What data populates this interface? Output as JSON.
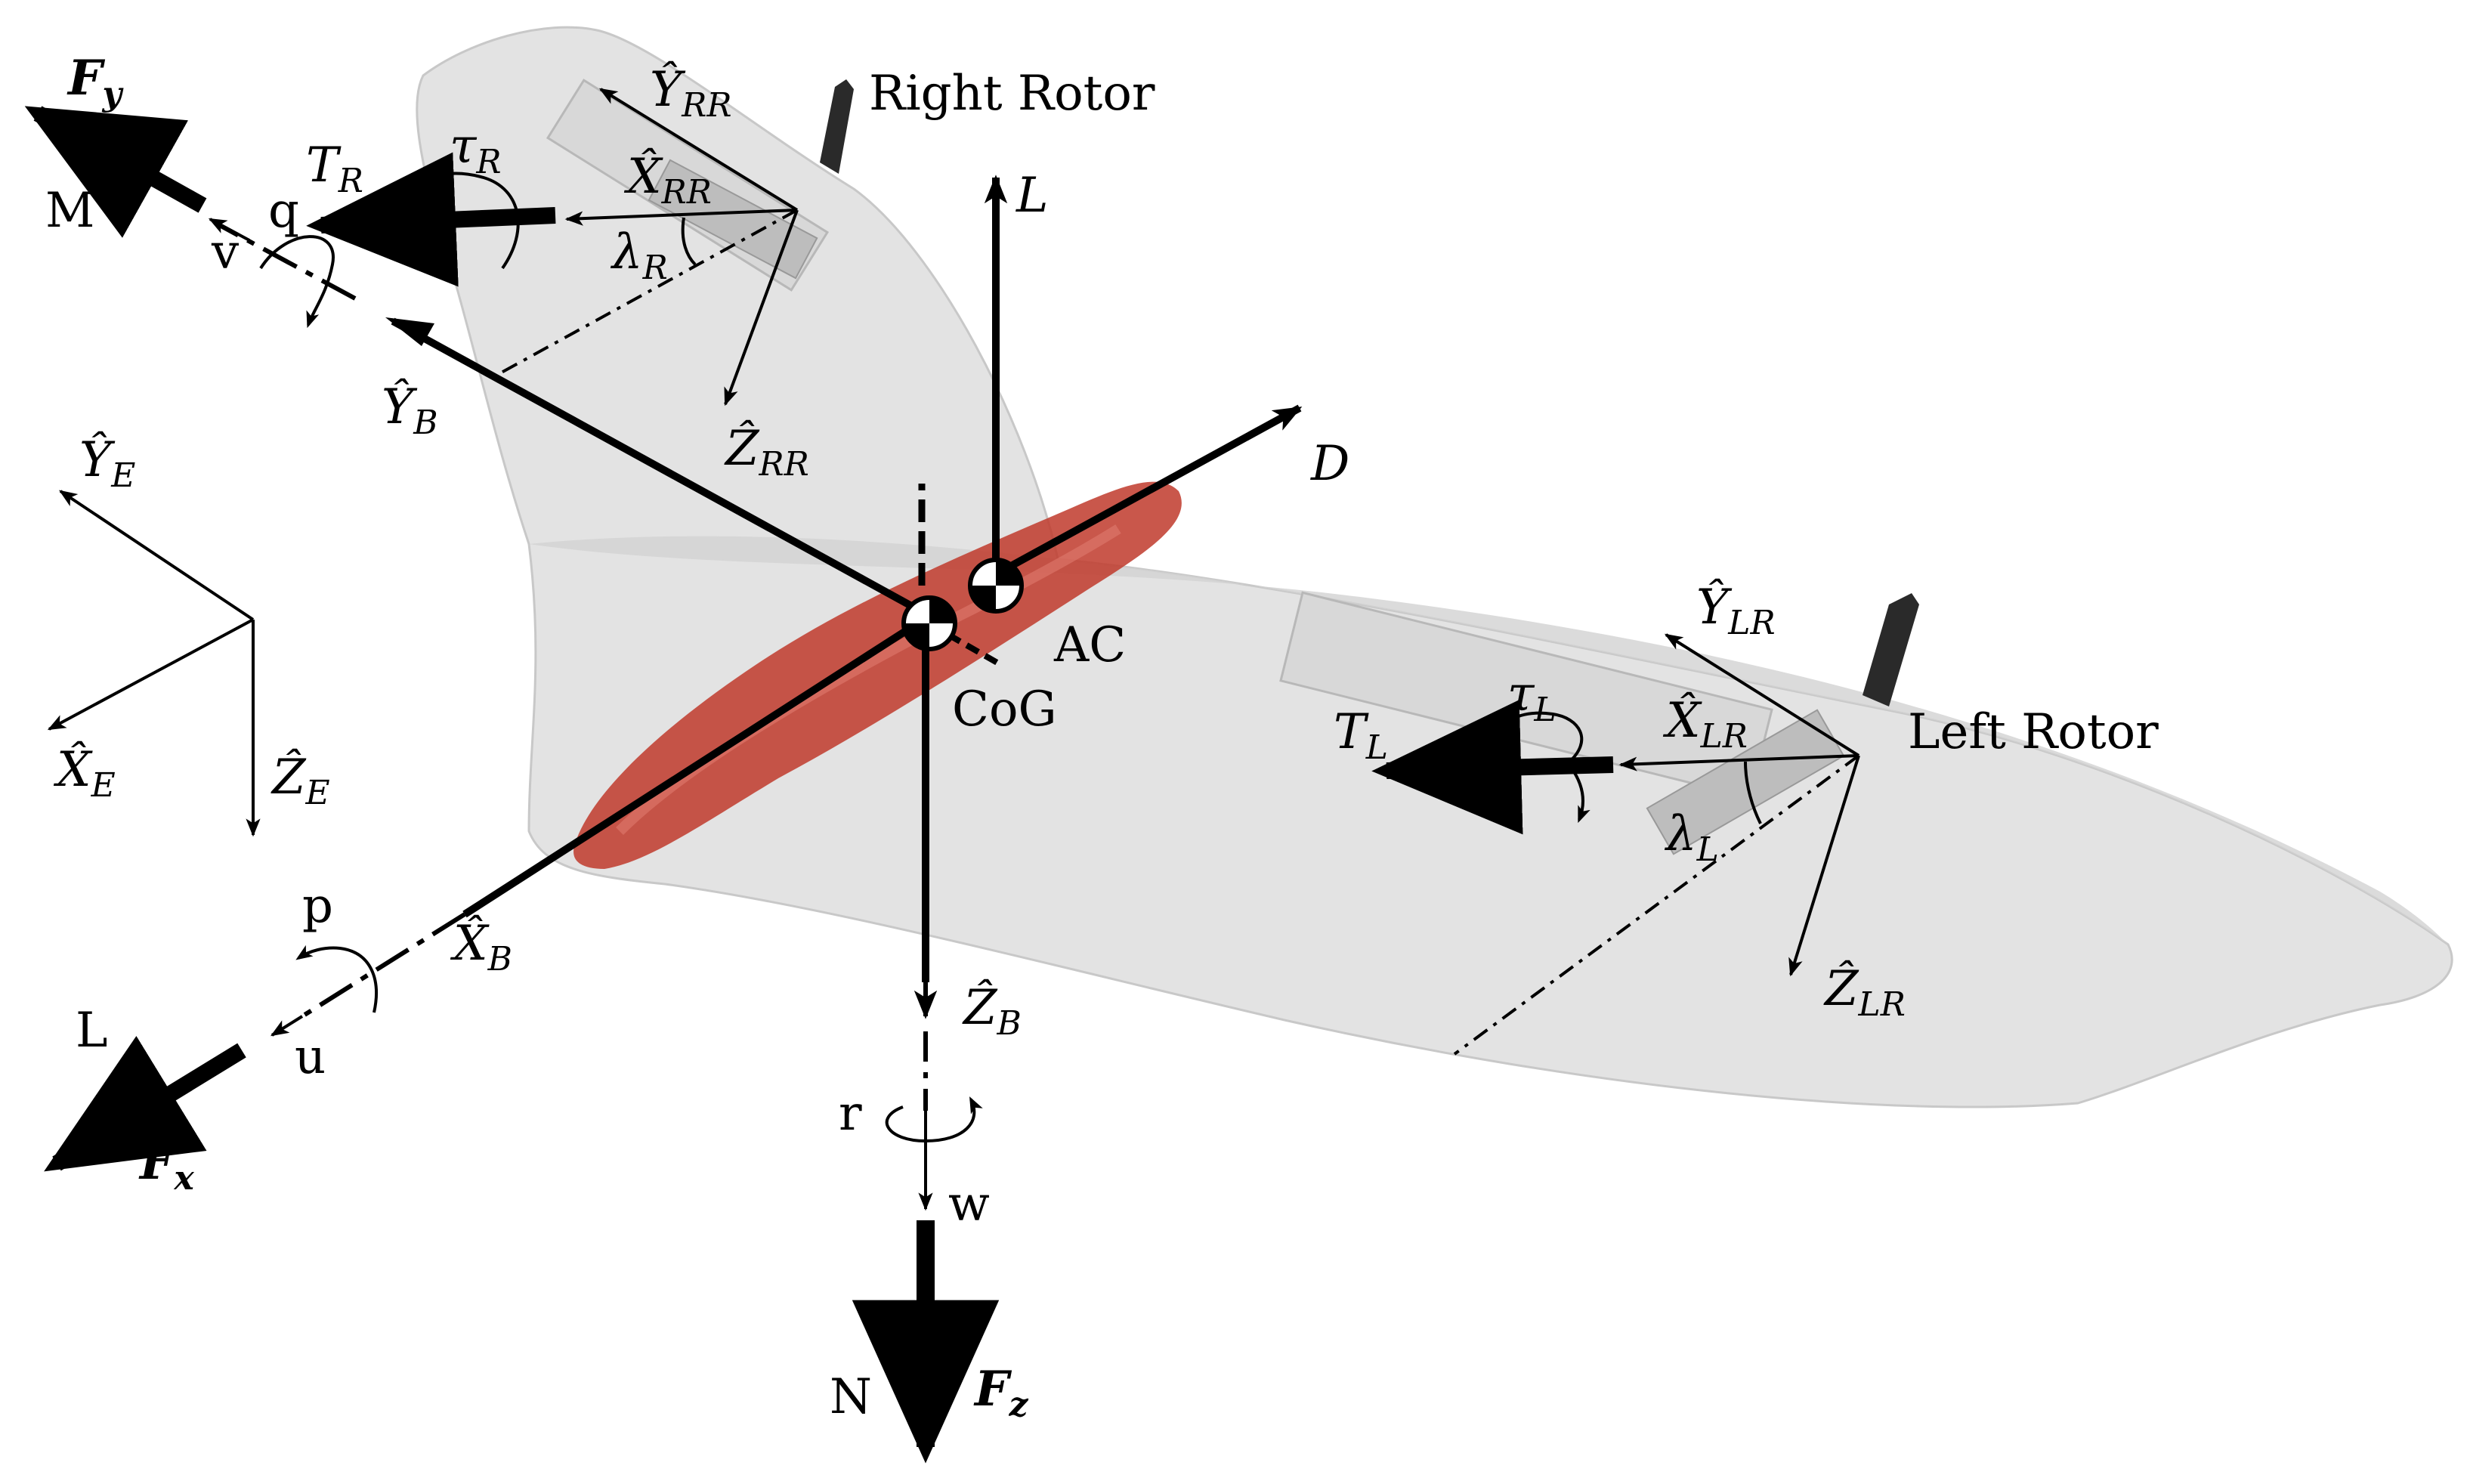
{
  "colors": {
    "background": "#ffffff",
    "airframe": "#e3e3e3",
    "airframe_edge": "#c8c8c8",
    "fuselage": "#c0392b",
    "ink": "#000000"
  },
  "labels": {
    "right_rotor": "Right Rotor",
    "left_rotor": "Left Rotor",
    "ac": "AC",
    "cog": "CoG",
    "M": "M",
    "L_moment": "L",
    "N": "N",
    "v": "v",
    "q": "q",
    "p": "p",
    "u": "u",
    "r": "r",
    "w": "w"
  },
  "math": {
    "Fy": {
      "base": "F",
      "sub": "y"
    },
    "Fx": {
      "base": "F",
      "sub": "x"
    },
    "Fz": {
      "base": "F",
      "sub": "z"
    },
    "TR": {
      "base": "T",
      "sub": "R"
    },
    "TL": {
      "base": "T",
      "sub": "L"
    },
    "tauR": {
      "base": "τ",
      "sub": "R"
    },
    "tauL": {
      "base": "τ",
      "sub": "L"
    },
    "YRR": {
      "base": "Ŷ",
      "sub": "RR"
    },
    "XRR": {
      "base": "X̂",
      "sub": "RR"
    },
    "ZRR": {
      "base": "Ẑ",
      "sub": "RR"
    },
    "lambdaR": {
      "base": "λ",
      "sub": "R"
    },
    "YLR": {
      "base": "Ŷ",
      "sub": "LR"
    },
    "XLR": {
      "base": "X̂",
      "sub": "LR"
    },
    "ZLR": {
      "base": "Ẑ",
      "sub": "LR"
    },
    "lambdaL": {
      "base": "λ",
      "sub": "L"
    },
    "YB": {
      "base": "Ŷ",
      "sub": "B"
    },
    "XB": {
      "base": "X̂",
      "sub": "B"
    },
    "ZB": {
      "base": "Ẑ",
      "sub": "B"
    },
    "YE": {
      "base": "Ŷ",
      "sub": "E"
    },
    "XE": {
      "base": "X̂",
      "sub": "E"
    },
    "ZE": {
      "base": "Ẑ",
      "sub": "E"
    },
    "Lift": {
      "base": "L",
      "sub": ""
    },
    "Drag": {
      "base": "D",
      "sub": ""
    }
  }
}
